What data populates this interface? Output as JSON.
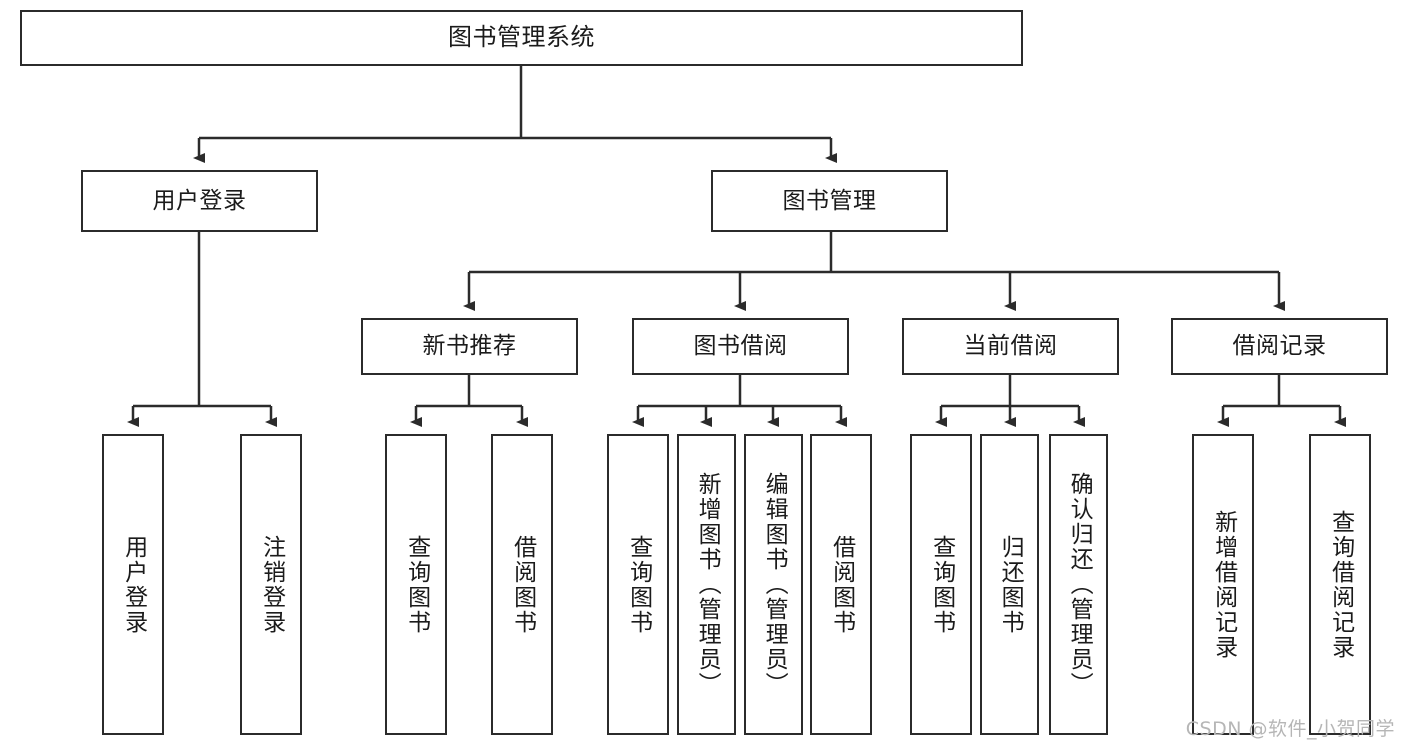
{
  "diagram": {
    "type": "tree-hierarchy",
    "title": "图书管理系统",
    "watermark": "CSDN @软件_小贺同学",
    "colors": {
      "stroke": "#2b2b2b",
      "fill": "#ffffff",
      "text": "#1b1b1b",
      "watermark": "#b6b6b6"
    },
    "levels": {
      "root": {
        "label": "图书管理系统"
      },
      "level2": [
        {
          "label": "用户登录"
        },
        {
          "label": "图书管理"
        }
      ],
      "level3": [
        {
          "label": "新书推荐"
        },
        {
          "label": "图书借阅"
        },
        {
          "label": "当前借阅"
        },
        {
          "label": "借阅记录"
        }
      ]
    },
    "leaves": {
      "user_login": [
        {
          "label": "用户登录"
        },
        {
          "label": "注销登录"
        }
      ],
      "new_book_recommend": [
        {
          "label": "查询图书"
        },
        {
          "label": "借阅图书"
        }
      ],
      "book_borrow": [
        {
          "label": "查询图书"
        },
        {
          "label": "新增图书（管理员）"
        },
        {
          "label": "编辑图书（管理员）"
        },
        {
          "label": "借阅图书"
        }
      ],
      "current_borrow": [
        {
          "label": "查询图书"
        },
        {
          "label": "归还图书"
        },
        {
          "label": "确认归还（管理员）"
        }
      ],
      "borrow_record": [
        {
          "label": "新增借阅记录"
        },
        {
          "label": "查询借阅记录"
        }
      ]
    }
  }
}
